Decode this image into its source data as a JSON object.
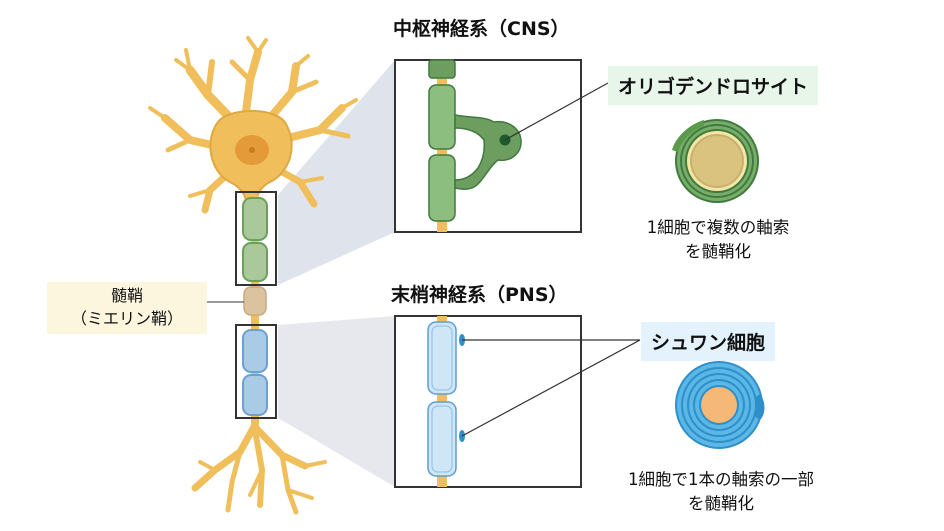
{
  "cns": {
    "title": "中枢神経系（CNS）",
    "cell_label": "オリゴデンドロサイト",
    "desc_line1": "1細胞で複数の軸索",
    "desc_line2": "を髄鞘化"
  },
  "pns": {
    "title": "末梢神経系（PNS）",
    "cell_label": "シュワン細胞",
    "desc_line1": "1細胞で1本の軸索の一部",
    "desc_line2": "を髄鞘化"
  },
  "myelin": {
    "line1": "髄鞘",
    "line2": "（ミエリン鞘）"
  },
  "colors": {
    "neuron": "#f0bf5c",
    "neuron_outline": "#e0a840",
    "nucleus": "#e59a3a",
    "cns_green": "#6d9e5f",
    "cns_dark": "#3f7a3f",
    "pns_blue": "#5bb7e5",
    "pns_dark": "#2f8fc9",
    "myelin_sheath_mid": "#dcc3a0",
    "callout_bg": "#e8f5e9",
    "pns_callout_bg": "#e3f2fd",
    "label_bg": "#fdf6df",
    "zoom_wedge": "#dfe3ec"
  }
}
